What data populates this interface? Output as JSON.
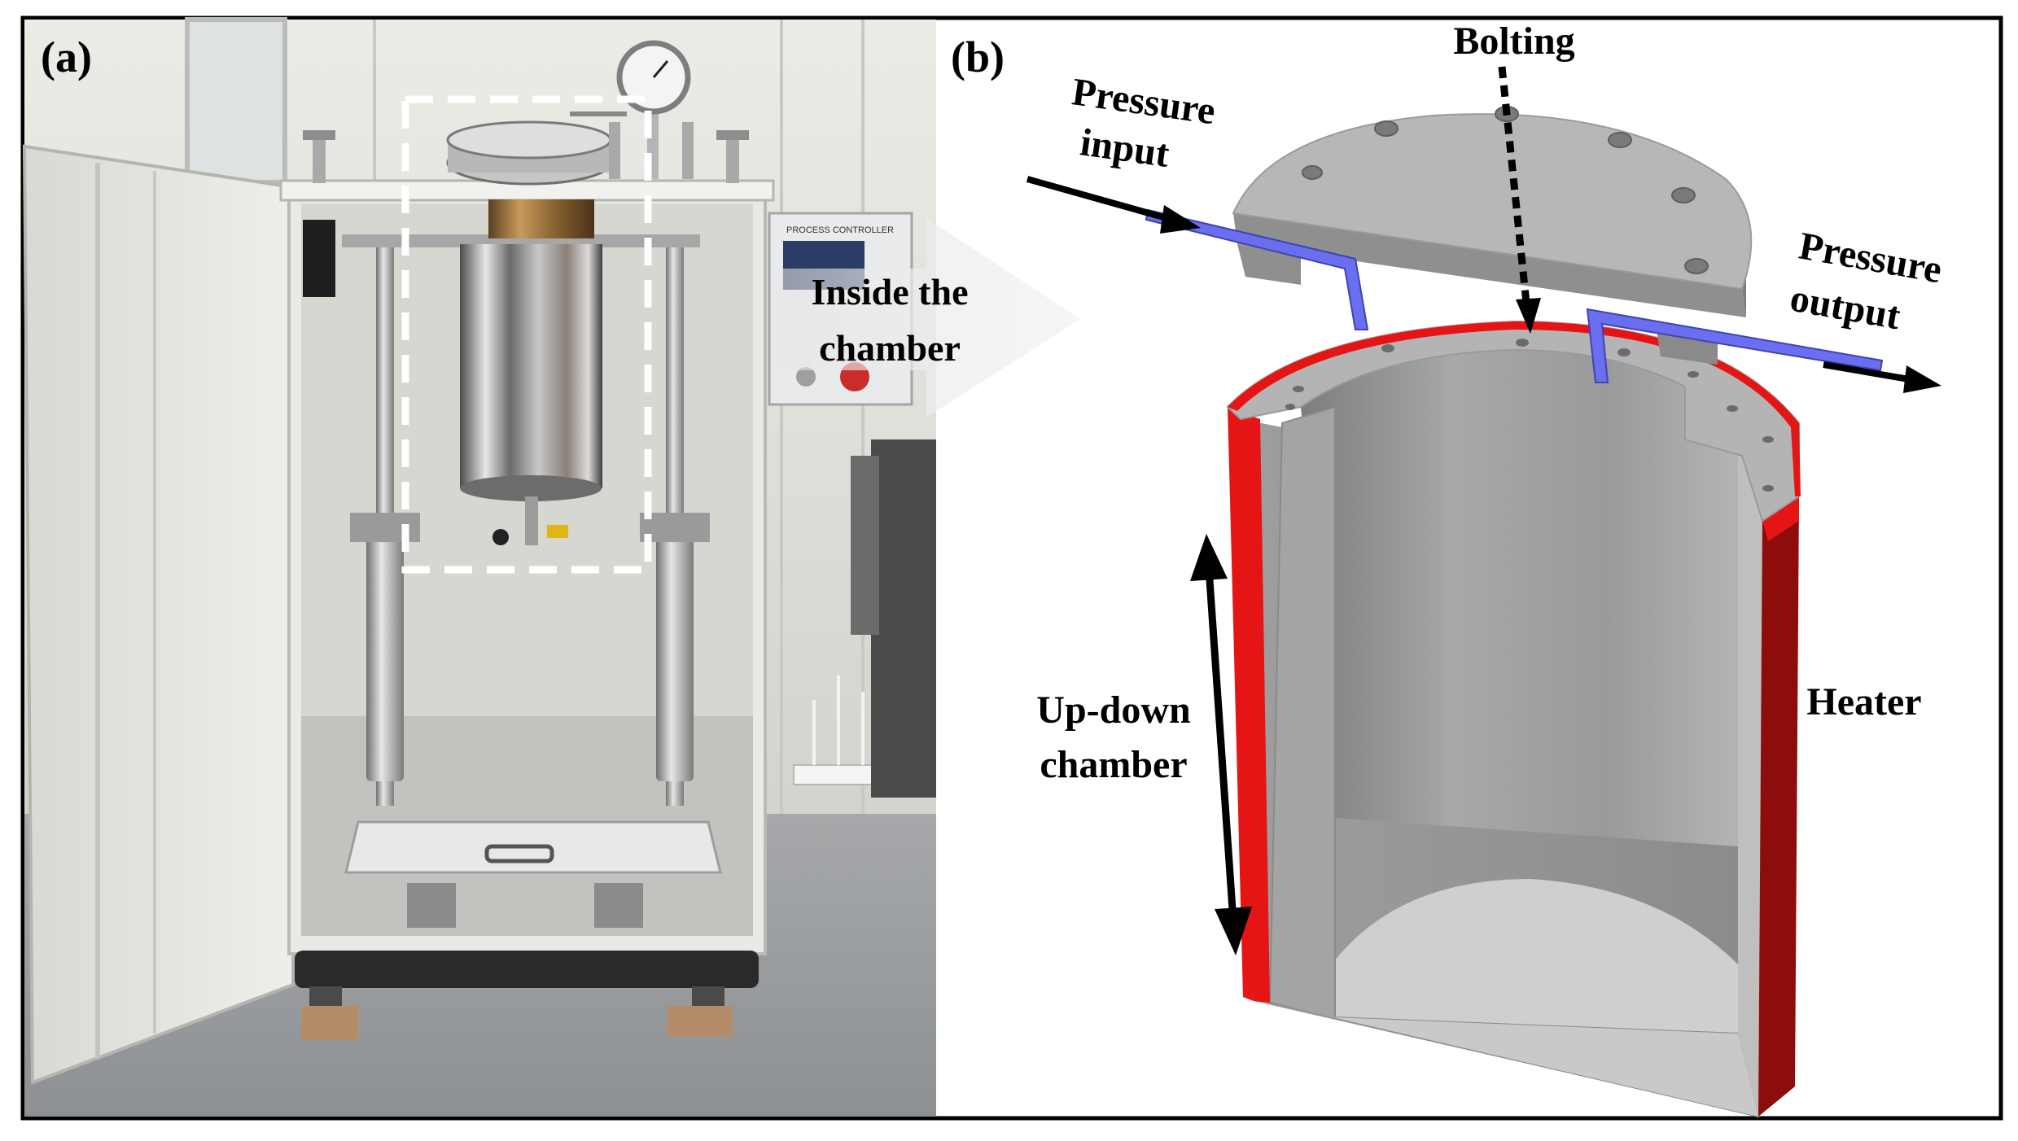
{
  "panels": {
    "a": {
      "label": "(a)",
      "callout": [
        "Inside the",
        "chamber"
      ],
      "controller_title": "PROCESS CONTROLLER"
    },
    "b": {
      "label": "(b)",
      "labels": {
        "bolting": "Bolting",
        "pressure_input": [
          "Pressure",
          "input"
        ],
        "pressure_output": [
          "Pressure",
          "output"
        ],
        "heater": "Heater",
        "up_down": [
          "Up-down",
          "chamber"
        ]
      }
    }
  },
  "colors": {
    "border": "#000000",
    "heater_red": "#e51515",
    "heater_dark": "#8d0c0c",
    "pipe_blue": "#6a6ff0",
    "steel": "#a9a9a9",
    "photo_floor": "#9c9ea1",
    "photo_wall": "#e1e0da"
  }
}
